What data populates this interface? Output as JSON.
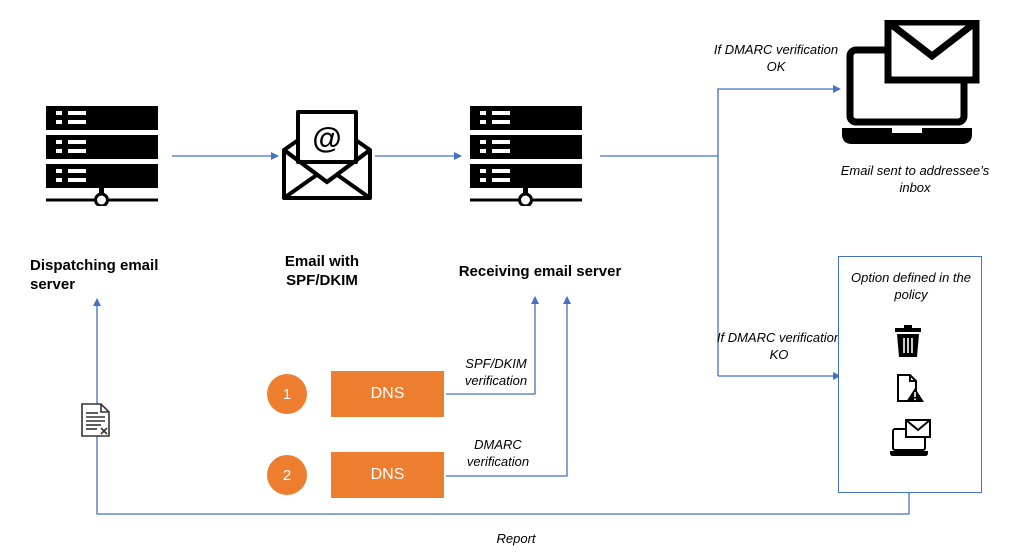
{
  "nodes": {
    "dispatching_server": "Dispatching email server",
    "email": "Email with SPF/DKIM",
    "receiving_server": "Receiving email server",
    "inbox": "Email sent to addressee’s inbox",
    "policy_box_title": "Option defined in the policy"
  },
  "edges": {
    "dmarc_ok": "If DMARC verification OK",
    "dmarc_ko": "If DMARC verification KO",
    "spf_dkim_verification": "SPF/DKIM verification",
    "dmarc_verification": "DMARC verification",
    "report": "Report"
  },
  "dns_steps": [
    {
      "number": "1",
      "label": "DNS"
    },
    {
      "number": "2",
      "label": "DNS"
    }
  ],
  "policy_options": [
    "trash-icon",
    "file-warning-icon",
    "laptop-mail-icon"
  ],
  "colors": {
    "arrow": "#4472c4",
    "dns": "#ee7e2f",
    "icon": "#000000"
  }
}
